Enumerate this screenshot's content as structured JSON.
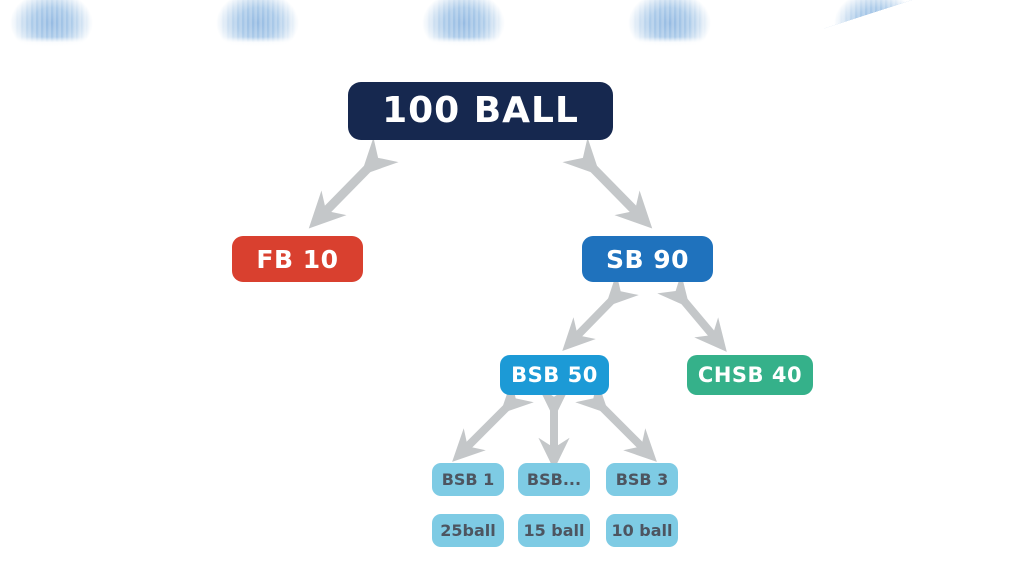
{
  "header": {
    "decoration_name": "ikat-textile-band",
    "accent_color": "#8fb9e2"
  },
  "diagram": {
    "type": "hierarchy-tree",
    "root": {
      "label": "100 BALL",
      "color": "#16284f"
    },
    "level_2": [
      {
        "label": "FB 10",
        "color": "#d9402f"
      },
      {
        "label": "SB 90",
        "color": "#1f72bd"
      }
    ],
    "level_3": [
      {
        "label": "BSB 50",
        "color": "#1c9ad6"
      },
      {
        "label": "CHSB 40",
        "color": "#35b18a"
      }
    ],
    "level_4": [
      {
        "label": "BSB 1",
        "count": "25ball",
        "color": "#7ecbe4"
      },
      {
        "label": "BSB...",
        "count": "15 ball",
        "color": "#7ecbe4"
      },
      {
        "label": "BSB 3",
        "count": "10 ball",
        "color": "#7ecbe4"
      }
    ],
    "connectors": {
      "style": "double-headed-arrow",
      "color": "#c4c7c9"
    }
  }
}
